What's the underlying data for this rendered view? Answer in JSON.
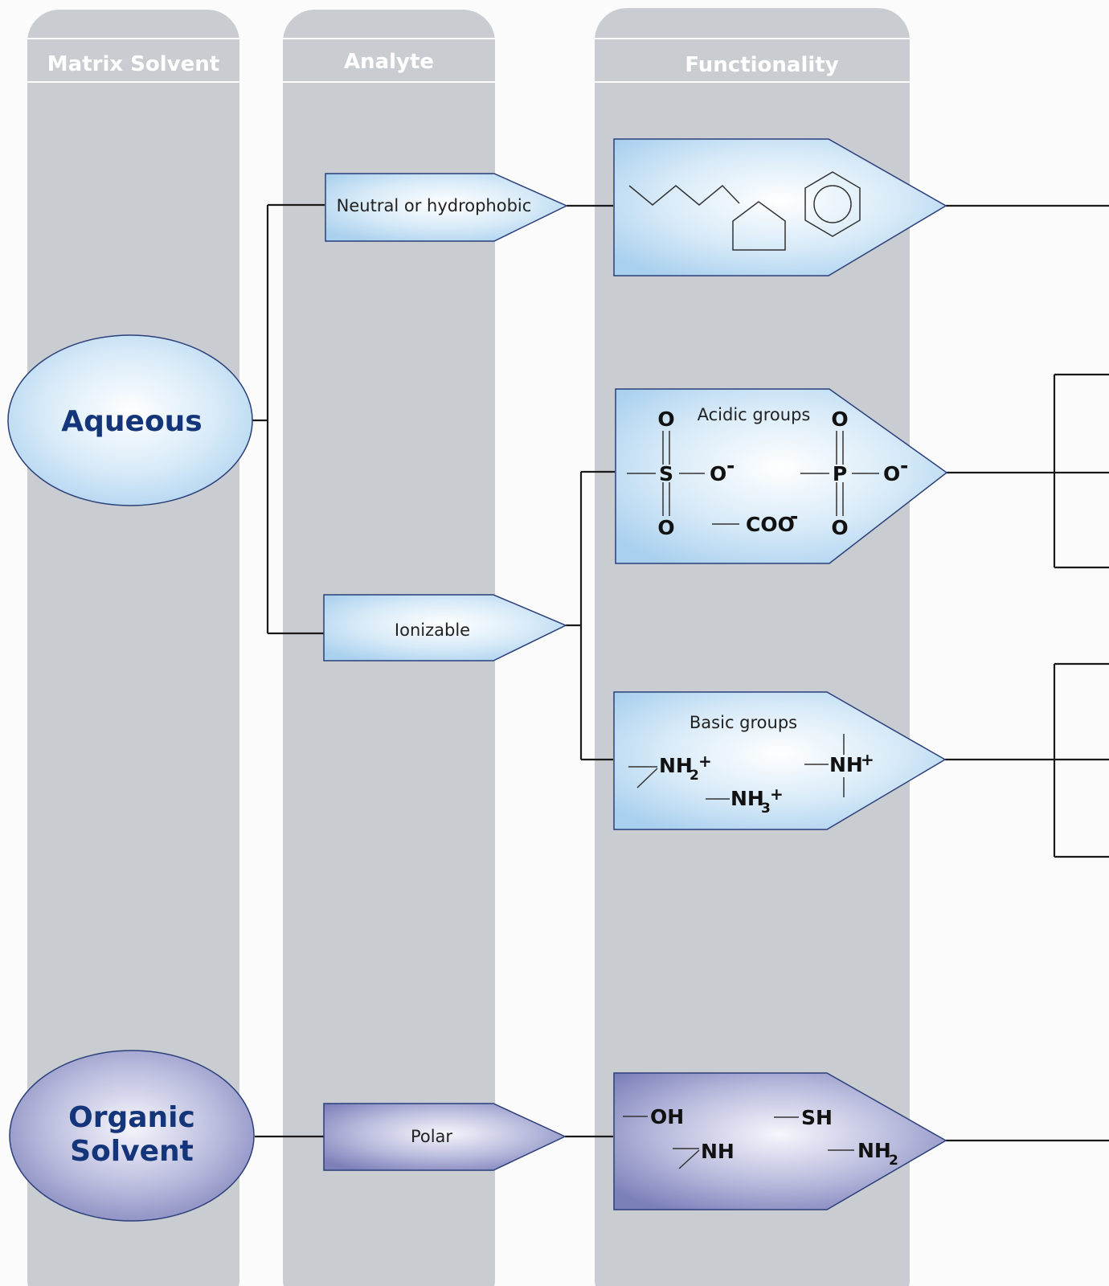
{
  "headers": {
    "matrix_solvent": "Matrix Solvent",
    "analyte": "Analyte",
    "functionality": "Functionality"
  },
  "solvents": {
    "aqueous": "Aqueous",
    "organic_line1": "Organic",
    "organic_line2": "Solvent"
  },
  "analytes": {
    "neutral": "Neutral or hydrophobic",
    "ionizable": "Ionizable",
    "polar": "Polar"
  },
  "functionality": {
    "acidic": {
      "title": "Acidic groups",
      "O": "O",
      "S": "S",
      "P": "P",
      "O_minus": "O",
      "COO": "COO",
      "minus": "-"
    },
    "basic": {
      "title": "Basic groups",
      "NH": "NH",
      "sub2": "2",
      "sub3": "3",
      "plus": "+"
    },
    "polar": {
      "OH": "OH",
      "SH": "SH",
      "NH": "NH",
      "NH2": "NH",
      "sub2": "2"
    }
  },
  "colors": {
    "lane": "#c9ccd1",
    "blue_center": "#ffffff",
    "blue_edge": "#a9d0ee",
    "purple_center": "#f4f4fb",
    "purple_edge": "#7c80b9",
    "text_dark_blue": "#15357a"
  }
}
